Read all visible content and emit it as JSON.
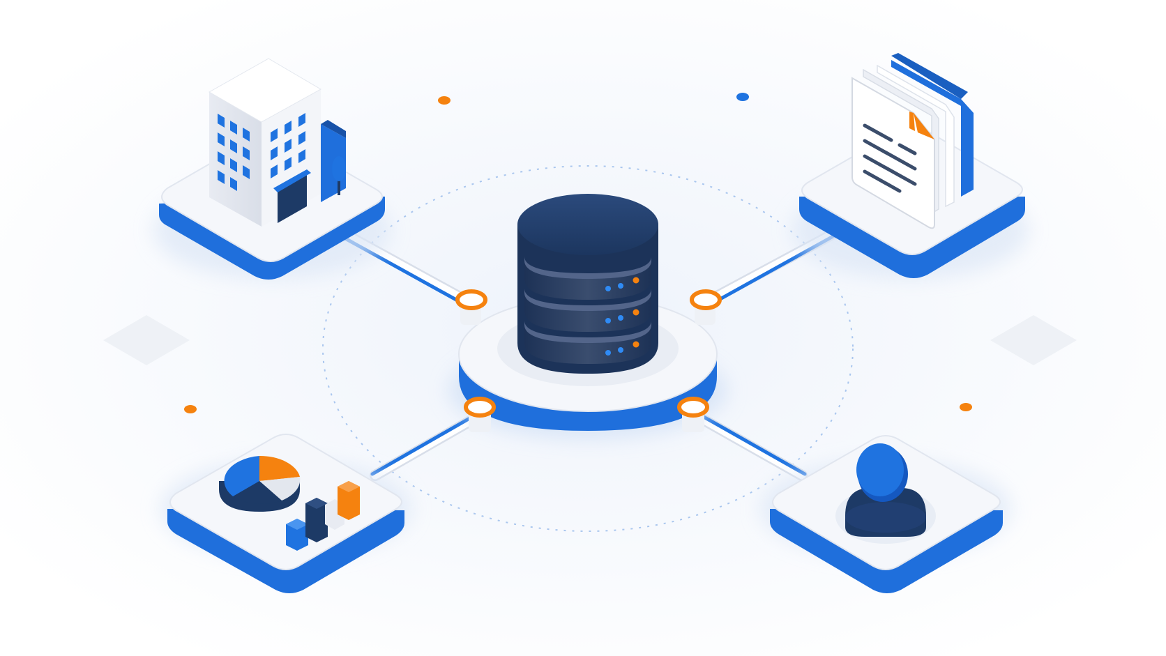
{
  "diagram": {
    "hub": {
      "icon": "database-server-icon",
      "tiers": 3
    },
    "nodes": [
      {
        "id": "building",
        "icon": "office-building-icon"
      },
      {
        "id": "documents",
        "icon": "document-stack-icon"
      },
      {
        "id": "analytics",
        "icon": "pie-bar-chart-icon"
      },
      {
        "id": "user",
        "icon": "user-profile-icon"
      }
    ],
    "connections": [
      {
        "from": "hub",
        "to": "building"
      },
      {
        "from": "hub",
        "to": "documents"
      },
      {
        "from": "hub",
        "to": "analytics"
      },
      {
        "from": "hub",
        "to": "user"
      }
    ]
  },
  "colors": {
    "background": "#ffffff",
    "accent_blue": "#1f73e0",
    "navy": "#1e3a66",
    "orange": "#f5820f",
    "platform_top": "#f3f5f9",
    "platform_side": "#1f6fdc"
  }
}
